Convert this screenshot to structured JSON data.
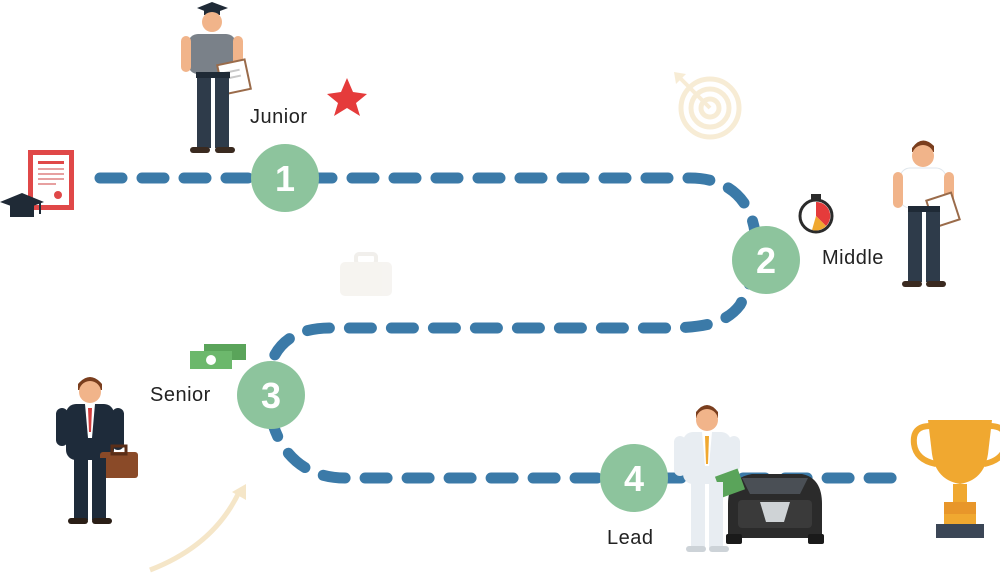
{
  "stages": [
    {
      "number": "1",
      "label": "Junior"
    },
    {
      "number": "2",
      "label": "Middle"
    },
    {
      "number": "3",
      "label": "Senior"
    },
    {
      "number": "4",
      "label": "Lead"
    }
  ],
  "colors": {
    "path": "#3b7aa8",
    "circle": "#8dc49d",
    "accent_red": "#e53b3b",
    "faded_icon": "#f5e6c8",
    "trophy": "#f0a830",
    "money": "#5aa45a"
  },
  "icons": {
    "diploma": "diploma-certificate-icon",
    "star": "star-icon",
    "target": "target-icon",
    "stopwatch": "stopwatch-icon",
    "briefcase": "briefcase-icon",
    "money": "money-icon",
    "car": "car-icon",
    "trophy": "trophy-icon",
    "arrow": "arrow-icon"
  }
}
